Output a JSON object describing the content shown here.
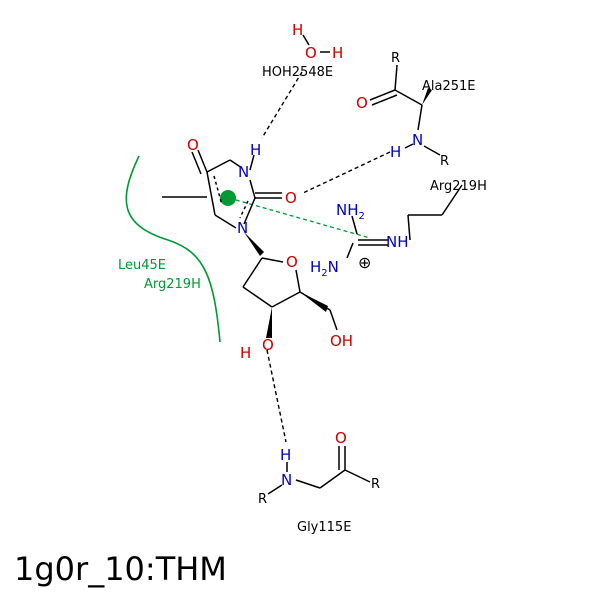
{
  "diagram": {
    "title": "1g0r_10:THM",
    "colors": {
      "bond": "#000000",
      "oxygen": "#cc0000",
      "nitrogen": "#0000cc",
      "hydrophobic": "#009933"
    },
    "residues": {
      "water": "HOH2548E",
      "ala": "Ala251E",
      "arg_top": "Arg219H",
      "gly": "Gly115E",
      "leu": "Leu45E",
      "arg_side": "Arg219H"
    },
    "atoms": {
      "o": "O",
      "h": "H",
      "n": "N",
      "r": "R",
      "nh": "NH",
      "nh2_n": "NH",
      "nh2_sub": "2",
      "h2n_h": "H",
      "h2n_sub": "2",
      "h2n_n": "N",
      "oh": "OH",
      "plus": "⊕"
    }
  }
}
